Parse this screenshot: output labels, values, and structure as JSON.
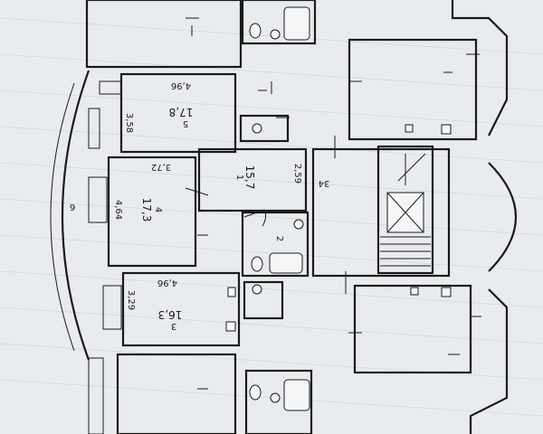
{
  "rooms": [
    {
      "id": "r5",
      "number": "5",
      "area": "17,8",
      "width": "4,96",
      "depth": "3,58"
    },
    {
      "id": "r4",
      "number": "4",
      "area": "17,3",
      "width": "3,72",
      "depth": "4,64"
    },
    {
      "id": "r3",
      "number": "3",
      "area": "16,3",
      "width": "4,96",
      "depth": "3,29"
    },
    {
      "id": "r1",
      "number": "1",
      "area": "15,7",
      "width": "2,59",
      "depth": "34"
    },
    {
      "id": "r2",
      "number": "2"
    }
  ],
  "bay_label": "6",
  "colors": {
    "paper": "#e9ecee",
    "ink": "#1a1a1a"
  }
}
